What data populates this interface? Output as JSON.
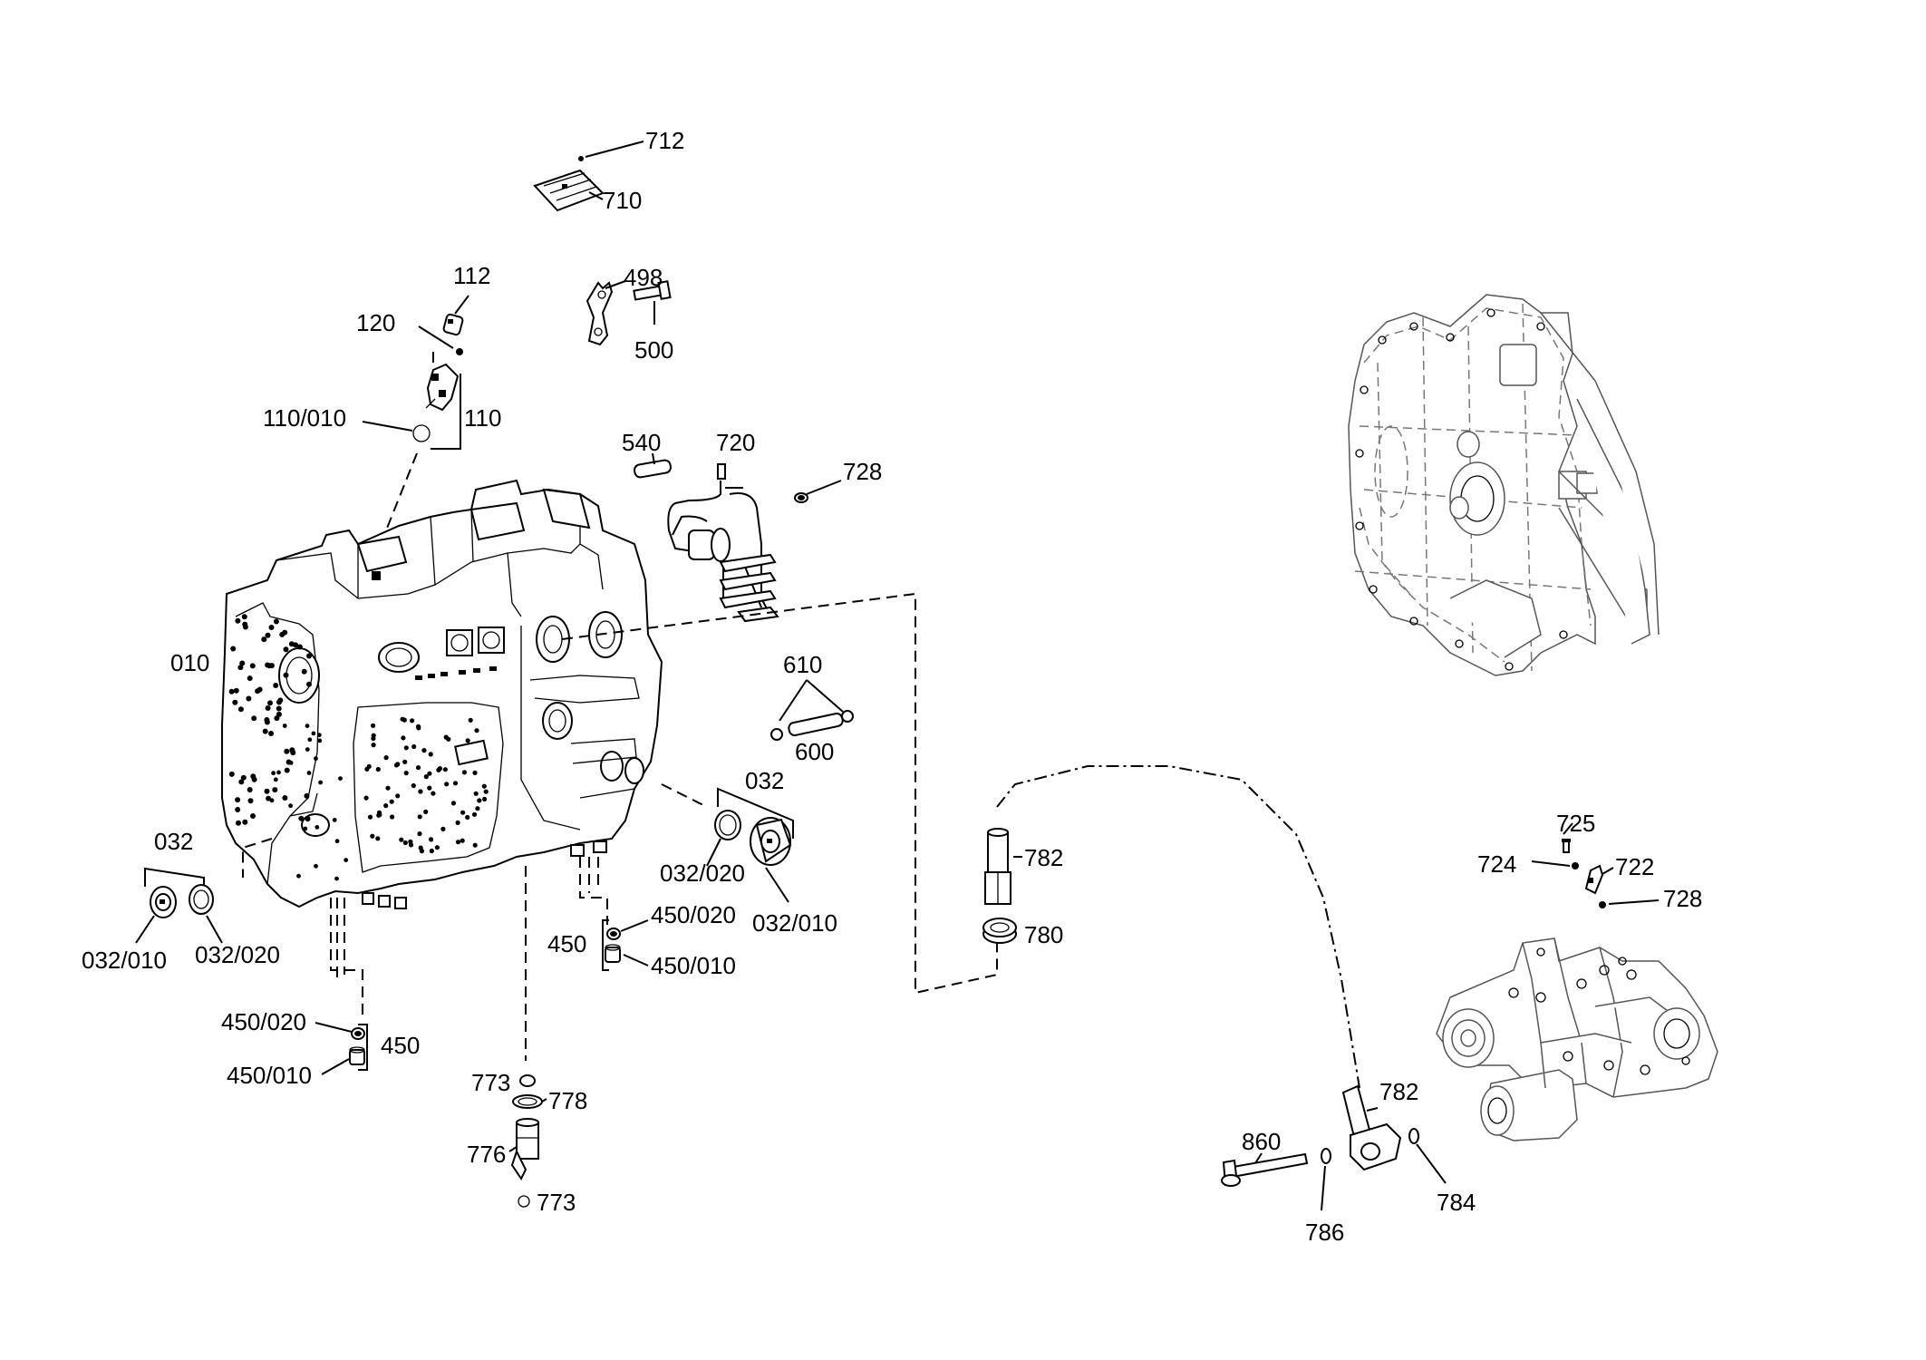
{
  "labels": [
    {
      "key": "712",
      "text": "712"
    },
    {
      "key": "710",
      "text": "710"
    },
    {
      "key": "112",
      "text": "112"
    },
    {
      "key": "498",
      "text": "498"
    },
    {
      "key": "120",
      "text": "120"
    },
    {
      "key": "500",
      "text": "500"
    },
    {
      "key": "110_010",
      "text": "110/010"
    },
    {
      "key": "110",
      "text": "110"
    },
    {
      "key": "540",
      "text": "540"
    },
    {
      "key": "720",
      "text": "720"
    },
    {
      "key": "728_a",
      "text": "728"
    },
    {
      "key": "010",
      "text": "010"
    },
    {
      "key": "610",
      "text": "610"
    },
    {
      "key": "600",
      "text": "600"
    },
    {
      "key": "032_a",
      "text": "032"
    },
    {
      "key": "032_b",
      "text": "032"
    },
    {
      "key": "032_020_a",
      "text": "032/020"
    },
    {
      "key": "032_010_a",
      "text": "032/010"
    },
    {
      "key": "032_010_b",
      "text": "032/010"
    },
    {
      "key": "032_020_b",
      "text": "032/020"
    },
    {
      "key": "450_020_a",
      "text": "450/020"
    },
    {
      "key": "450_a",
      "text": "450"
    },
    {
      "key": "450_010_a",
      "text": "450/010"
    },
    {
      "key": "782_a",
      "text": "782"
    },
    {
      "key": "780",
      "text": "780"
    },
    {
      "key": "725",
      "text": "725"
    },
    {
      "key": "724",
      "text": "724"
    },
    {
      "key": "722",
      "text": "722"
    },
    {
      "key": "728_b",
      "text": "728"
    },
    {
      "key": "450_020_b",
      "text": "450/020"
    },
    {
      "key": "450_b",
      "text": "450"
    },
    {
      "key": "450_010_b",
      "text": "450/010"
    },
    {
      "key": "773_a",
      "text": "773"
    },
    {
      "key": "778",
      "text": "778"
    },
    {
      "key": "776",
      "text": "776"
    },
    {
      "key": "773_b",
      "text": "773"
    },
    {
      "key": "782_b",
      "text": "782"
    },
    {
      "key": "860",
      "text": "860"
    },
    {
      "key": "784",
      "text": "784"
    },
    {
      "key": "786",
      "text": "786"
    }
  ],
  "icons": {
    "housing": "transmission-housing-icon",
    "assembly_top_right": "transmission-assembly-icon",
    "assembly_bottom_right": "pump-assembly-icon"
  }
}
